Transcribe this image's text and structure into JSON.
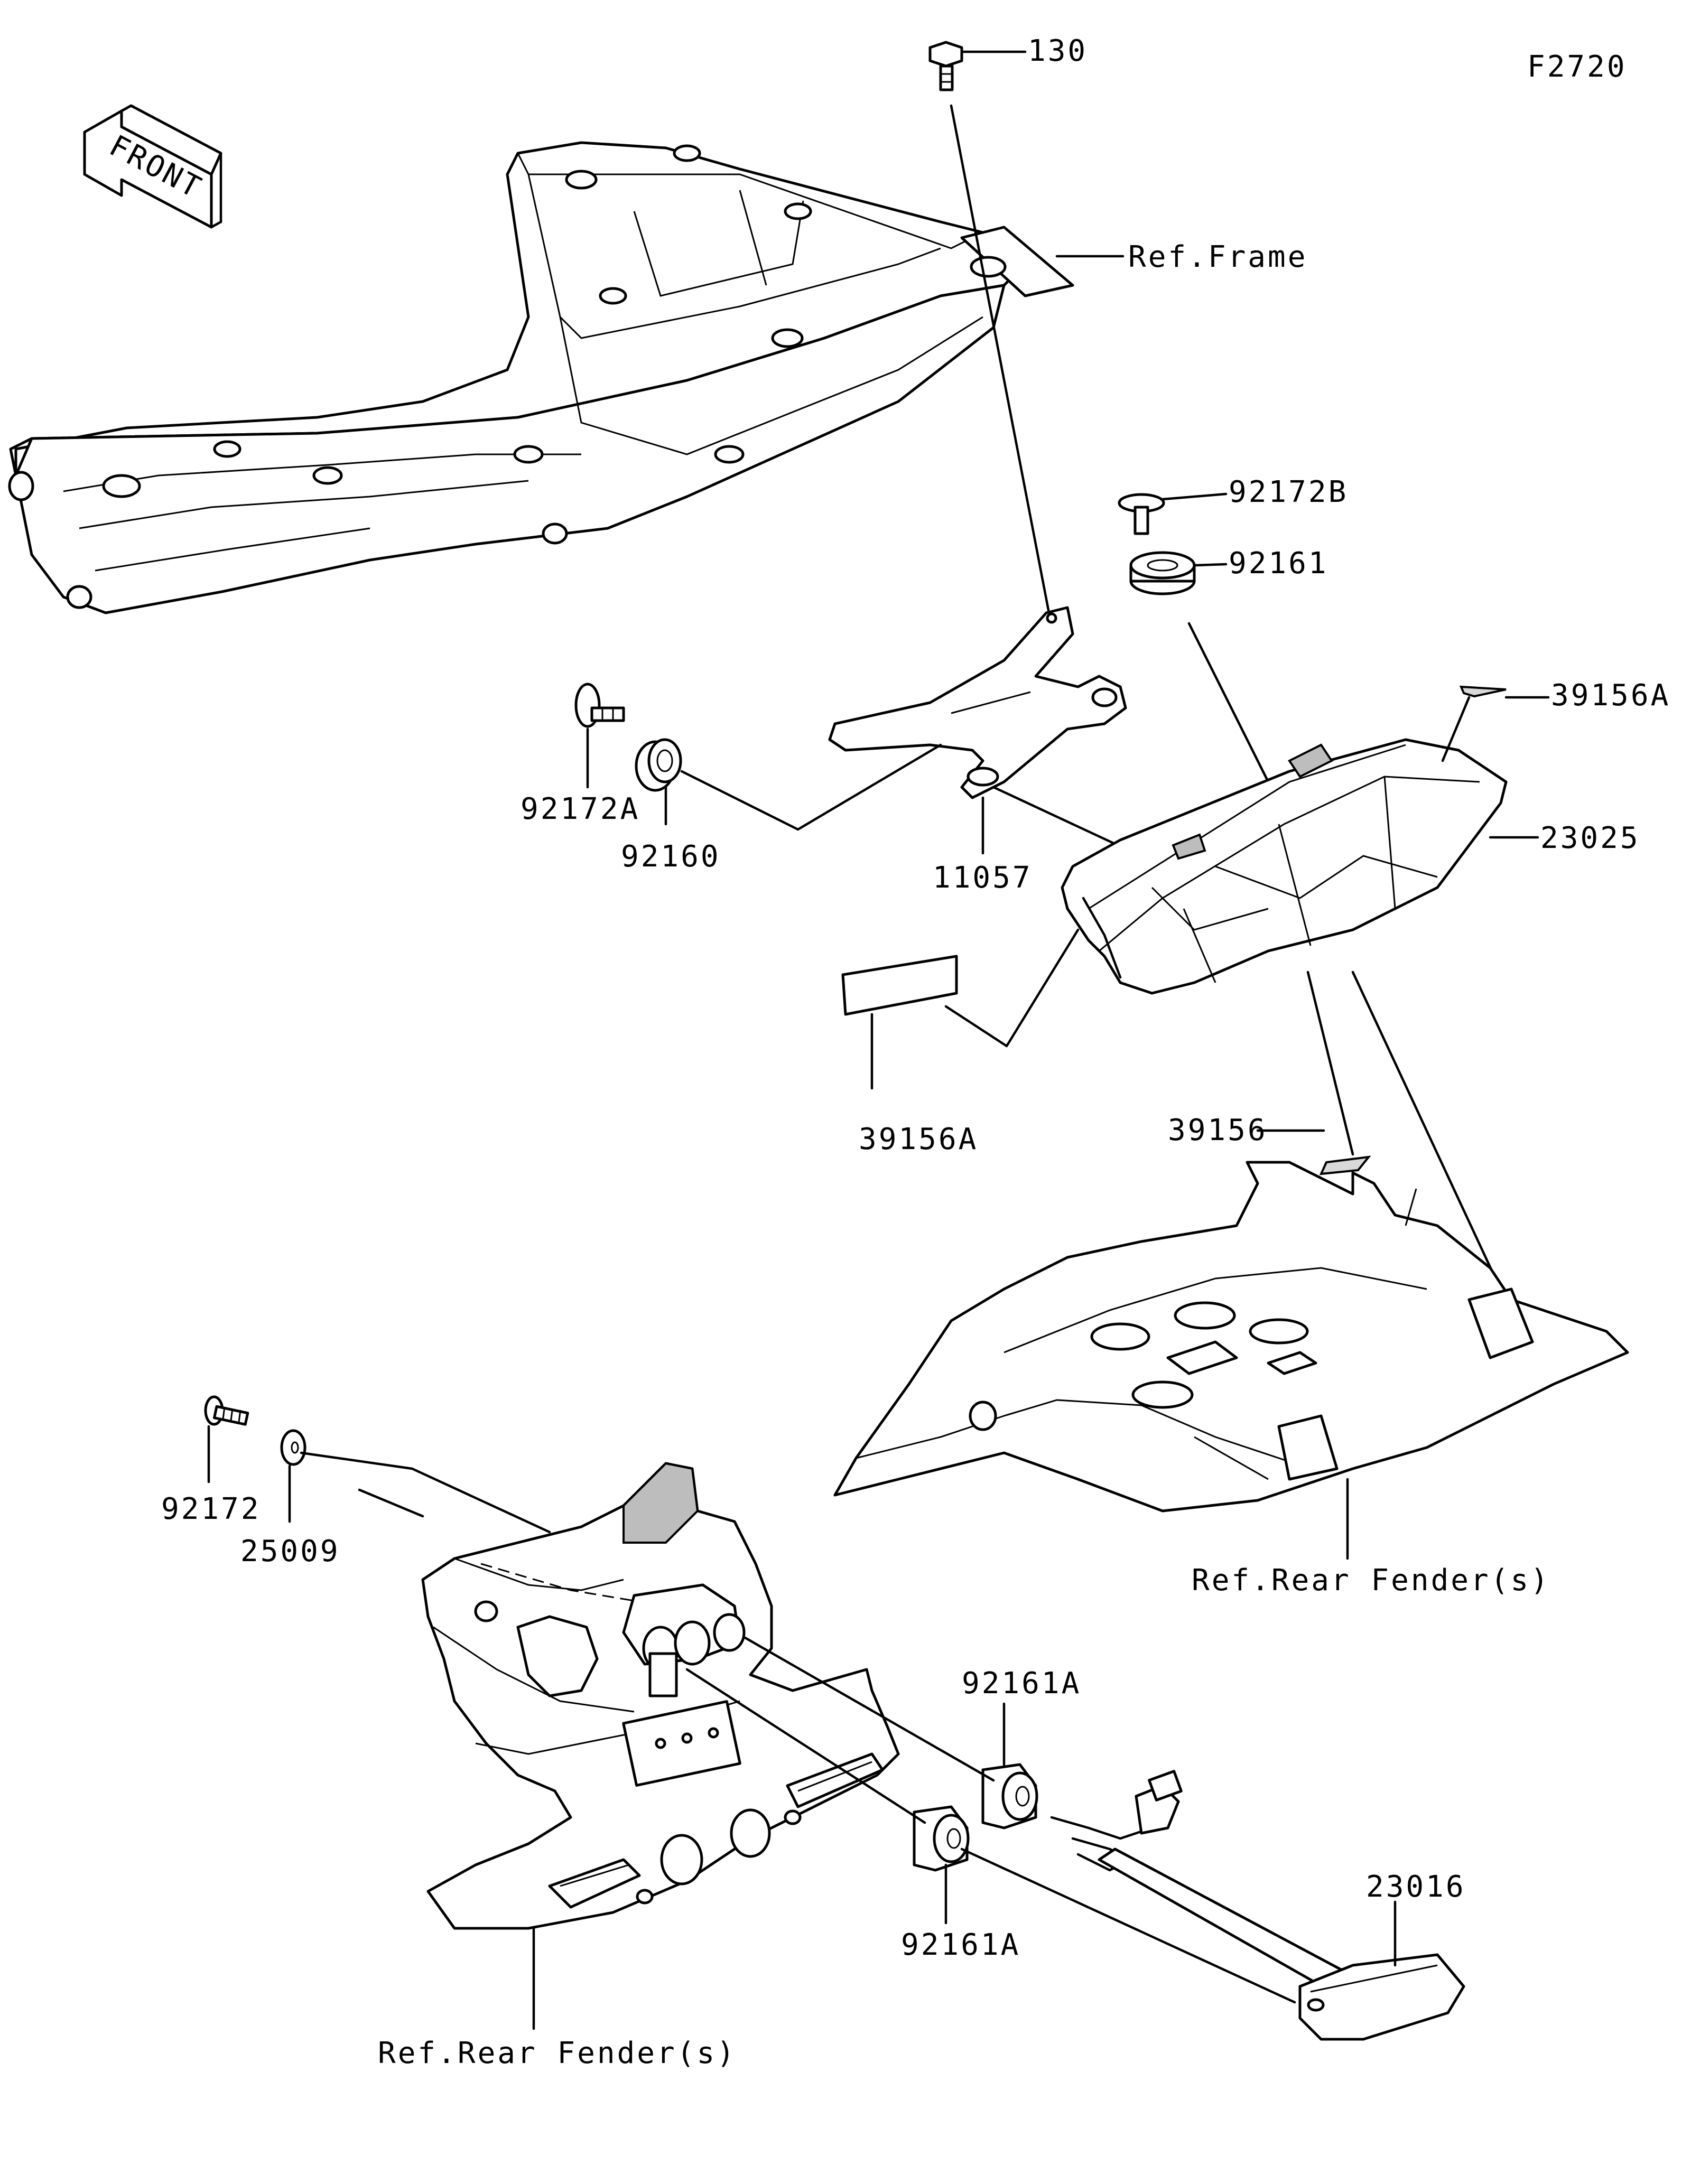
{
  "diagram_id": "F2720",
  "front_arrow": {
    "text": "FRONT",
    "icon": "front-direction-arrow-icon"
  },
  "labels": {
    "p130": "130",
    "ref_frame": "Ref.Frame",
    "p92172B": "92172B",
    "p92161": "92161",
    "p39156A_top": "39156A",
    "p23025": "23025",
    "p92172A": "92172A",
    "p92160": "92160",
    "p11057": "11057",
    "p39156A_left": "39156A",
    "p39156": "39156",
    "ref_rear_fender_right": "Ref.Rear Fender(s)",
    "p92172": "92172",
    "p25009": "25009",
    "p92161A_top": "92161A",
    "p92161A_bottom": "92161A",
    "p23016": "23016",
    "ref_rear_fender_left": "Ref.Rear Fender(s)"
  }
}
